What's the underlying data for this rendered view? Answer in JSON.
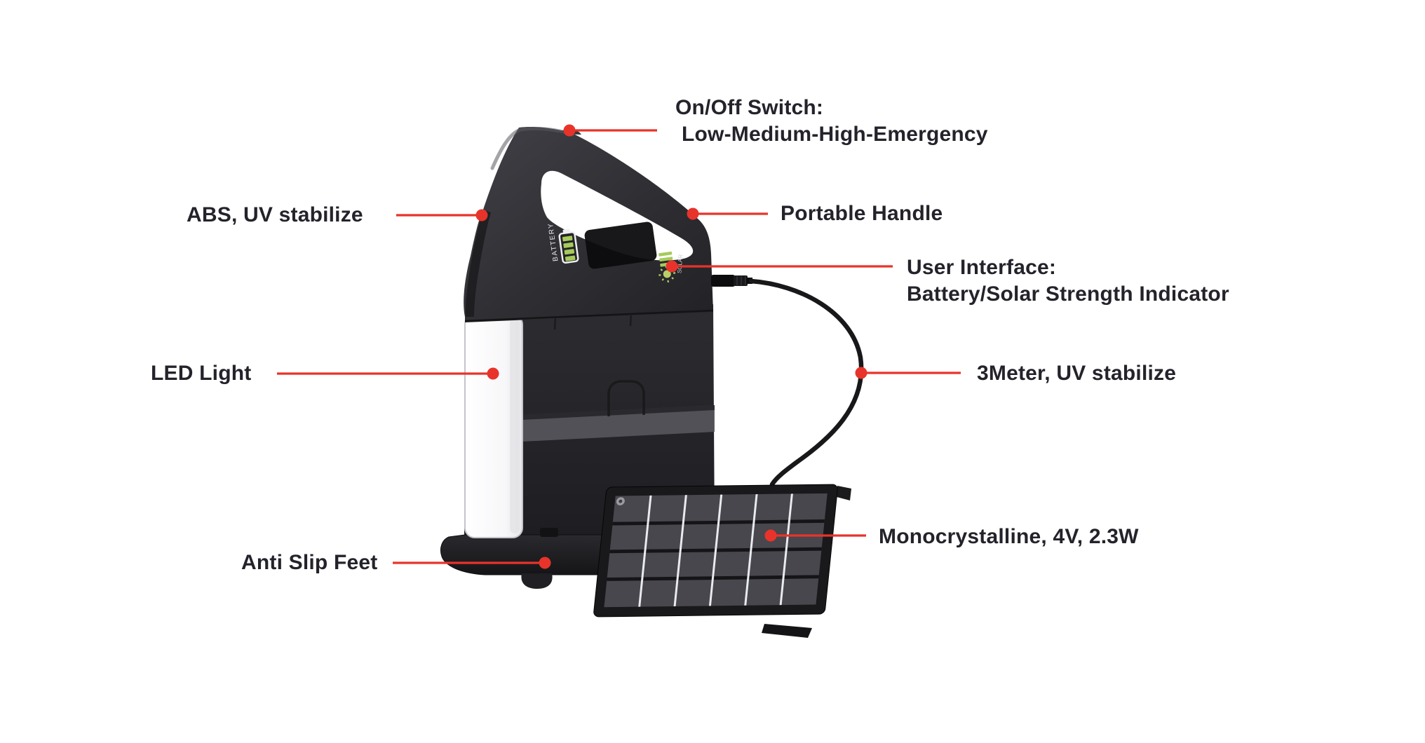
{
  "figure": {
    "type": "product-callout-diagram",
    "subject": "Portable solar LED lantern with detachable solar panel"
  },
  "colors": {
    "background": "#ffffff",
    "leader_line_red": "#e8332b",
    "label_text": "#23232b",
    "device_body": "#2b2b2f",
    "led_panel_white": "#ffffff",
    "indicator_green": "#a6ca5c",
    "solar_cell_gray": "#47474d"
  },
  "callouts": {
    "on_off_switch": {
      "line1": "On/Off Switch:",
      "line2": "Low-Medium-High-Emergency"
    },
    "housing": {
      "text": "ABS, UV stabilize"
    },
    "handle": {
      "text": "Portable Handle"
    },
    "user_interface": {
      "line1": "User Interface:",
      "line2": "Battery/Solar Strength Indicator"
    },
    "led_light": {
      "text": "LED Light"
    },
    "cable": {
      "text": "3Meter, UV stabilize"
    },
    "feet": {
      "text": "Anti Slip Feet"
    },
    "solar_panel": {
      "text": "Monocrystalline, 4V, 2.3W"
    }
  },
  "device_markings": {
    "battery_indicator": "BATTERY",
    "solar_indicator": "SOLAR"
  }
}
